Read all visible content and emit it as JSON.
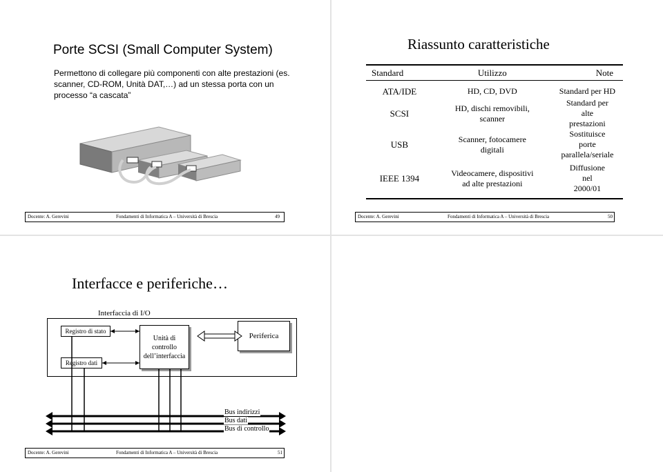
{
  "slide49": {
    "title": "Porte SCSI (Small Computer System)",
    "body": "Permettono di collegare più componenti con alte prestazioni (es. scanner, CD-ROM, Unità DAT,…) ad un stessa porta con un processo “a cascata”",
    "footer": {
      "docente": "Docente: A. Gerevini",
      "course": "Fondamenti di Informatica A – Università di Brescia",
      "page": "49"
    }
  },
  "slide50": {
    "title": "Riassunto caratteristiche",
    "headers": [
      "Standard",
      "Utilizzo",
      "Note"
    ],
    "rows": [
      {
        "standard": "ATA/IDE",
        "use": "HD, CD, DVD",
        "note": "Standard per HD"
      },
      {
        "standard": "SCSI",
        "use": "HD, dischi removibili, scanner",
        "note": "Standard per alte prestazioni"
      },
      {
        "standard": "USB",
        "use": "Scanner, fotocamere digitali",
        "note": "Sostituisce porte parallela/seriale"
      },
      {
        "standard": "IEEE 1394",
        "use": "Videocamere, dispositivi ad alte prestazioni",
        "note": "Diffusione nel 2000/01"
      }
    ],
    "footer": {
      "docente": "Docente: A. Gerevini",
      "course": "Fondamenti di Informatica A – Università di Brescia",
      "page": "50"
    }
  },
  "slide51": {
    "title": "Interfacce e periferiche…",
    "interface_label": "Interfaccia di I/O",
    "reg_status": "Registro di stato",
    "reg_data": "Registro dati",
    "control_unit": "Unità di controllo dell’interfaccia",
    "peripheral": "Periferica",
    "buses": [
      "Bus indirizzi",
      "Bus dati",
      "Bus di controllo"
    ],
    "footer": {
      "docente": "Docente: A. Gerevini",
      "course": "Fondamenti di Informatica A – Università di Brescia",
      "page": "51"
    }
  }
}
